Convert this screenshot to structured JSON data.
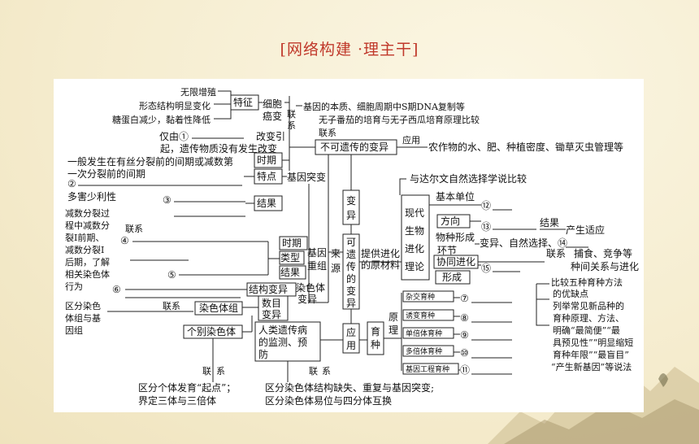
{
  "header": {
    "title": "[网络构建 ·理主干]"
  },
  "diagram": {
    "top_left": {
      "features": [
        "无限增殖",
        "形态结构明显变化",
        "糖蛋白减少，黏着性降低"
      ],
      "feature_label": "特征",
      "cancer": [
        "细胞",
        "癌变"
      ],
      "link": [
        "联",
        "系"
      ],
      "link_text_1": "基因的本质、细胞周期中S期DNA复制等",
      "link_text_2": "无子番茄的培育与无子西瓜培育原理比较",
      "only_by": "仅由①",
      "caused_by": "改变引",
      "caused_full": "起，遗传物质没有发生改变"
    },
    "nonheritable": {
      "link": "联系",
      "box": "不可遗传的变异",
      "apply": "应用",
      "apply_text": "农作物的水、肥、种植密度、锄草灭虫管理等"
    },
    "mutation": {
      "timing": [
        "一般发生在有丝分裂前的间期或减数第",
        "一次分裂前的间期"
      ],
      "timing_label": "时期",
      "features": [
        "②",
        "多害少利性"
      ],
      "feature_label": "特点",
      "gene_mutation": "基因突变",
      "result_marker": "③",
      "result_label": "结果"
    },
    "recombination": {
      "desc": [
        "减数分裂过",
        "程中减数分",
        "裂Ⅰ前期、",
        "减数分裂Ⅰ",
        "后期，了解",
        "相关染色体",
        "行为"
      ],
      "link": "联系",
      "m4": "④",
      "m5": "⑤",
      "timing": "时期",
      "type": "类型",
      "result": "结果",
      "box": [
        "基因",
        "重组"
      ]
    },
    "chromosome": {
      "m6": "⑥",
      "structure": "结构变异",
      "number": [
        "数目",
        "变异"
      ],
      "label": [
        "染色体",
        "变异"
      ],
      "desc": [
        "区分染色",
        "体组与基",
        "因组"
      ],
      "link": "联系",
      "set": "染色体组",
      "individual": "个别染色体",
      "bottom_link": [
        "联",
        "系"
      ],
      "bottom_text": [
        "区分个体发育“起点”；",
        "界定三体与三倍体"
      ]
    },
    "center": {
      "variation": [
        "变",
        "异"
      ],
      "heritable": [
        "可",
        "遗",
        "传",
        "的",
        "变",
        "异"
      ],
      "source": [
        "来",
        "源"
      ],
      "provide": [
        "提供进化",
        "的原材料"
      ],
      "apply": [
        "应",
        "用"
      ]
    },
    "disease": {
      "box": [
        "人类遗传病",
        "的监测、预",
        "防"
      ],
      "link": [
        "联",
        "系"
      ],
      "bottom_text": [
        "区分染色体结构缺失、重复与基因突变;",
        "区分染色体易位与四分体互换"
      ]
    },
    "evolution": {
      "compare": "与达尔文自然选择学说比较",
      "box": [
        "现代",
        "生物",
        "进化",
        "理论"
      ],
      "basic_unit": "基本单位",
      "m12": "⑫",
      "direction": "方向",
      "m13": "⑬",
      "result": "结果",
      "adapt": "产生适应",
      "species": "物种形成",
      "species_text": "变异、自然选择、⑭",
      "link": "环节",
      "link2": "联系",
      "coevolution": "协同进化",
      "m15": "⑮",
      "predation": [
        "捕食、竞争等",
        "种间关系与进化"
      ],
      "formation": "形成"
    },
    "breeding": {
      "principle": [
        "原",
        "理"
      ],
      "box": [
        "育",
        "种"
      ],
      "methods": [
        "杂交育种",
        "诱变育种",
        "单倍体育种",
        "多倍体育种",
        "基因工程育种"
      ],
      "markers": [
        "⑦",
        "⑧",
        "⑨",
        "⑩",
        "⑪"
      ],
      "notes": [
        "比较五种育种方法",
        "的优缺点",
        "列举常见新品种的",
        "育种原理、方法、",
        "明确“最简便”“最",
        "具预见性”“明显缩短",
        "育种年限”“最盲目”",
        "“产生新基因”等说法"
      ]
    }
  }
}
